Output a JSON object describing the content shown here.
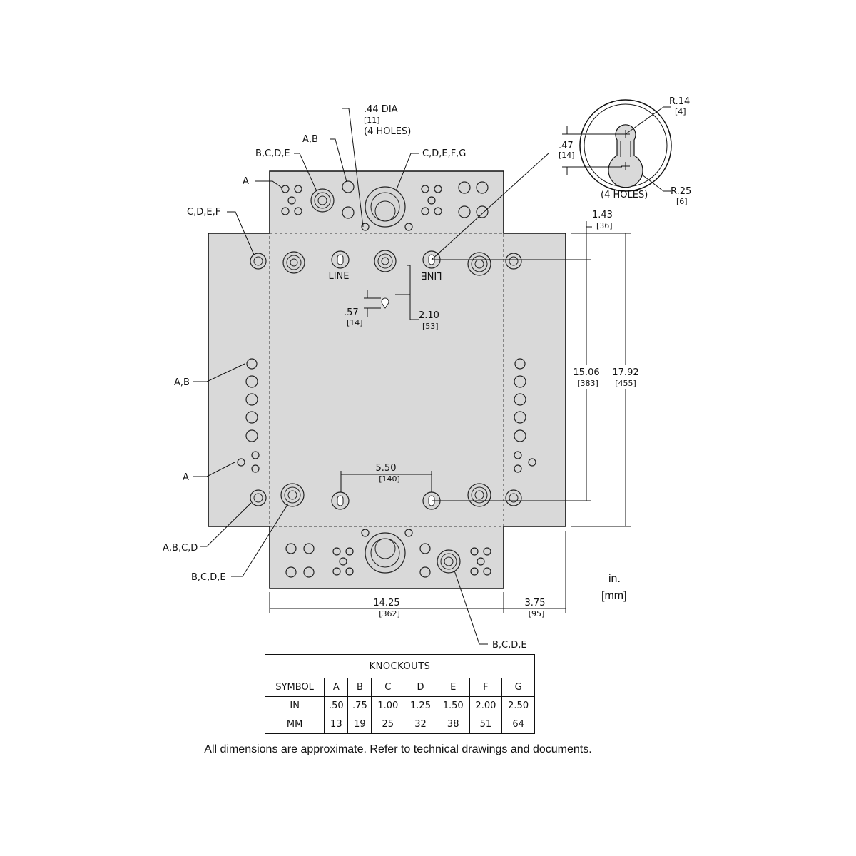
{
  "labels": {
    "dia_44": ".44 DIA",
    "dia_44_mm": "[11]",
    "holes_4": "(4 HOLES)",
    "a_b_top": "A,B",
    "b_c_d_e_top": "B,C,D,E",
    "c_d_e_f_g": "C,D,E,F,G",
    "a_top": "A",
    "c_d_e_f": "C,D,E,F",
    "line_left": "LINE",
    "line_right": "LINE",
    "a_b_side": "A,B",
    "a_side": "A",
    "a_b_c_d": "A,B,C,D",
    "b_c_d_e_bl": "B,C,D,E",
    "b_c_d_e_br": "B,C,D,E",
    "r14": "R.14",
    "r14_mm": "[4]",
    "r25": "R.25",
    "r25_mm": "[6]",
    "dim_47": ".47",
    "dim_47_mm": "[14]",
    "holes_4_detail": "(4 HOLES)",
    "dim_143": "1.43",
    "dim_143_mm": "[36]",
    "dim_57": ".57",
    "dim_57_mm": "[14]",
    "dim_210": "2.10",
    "dim_210_mm": "[53]",
    "dim_1506": "15.06",
    "dim_1506_mm": "[383]",
    "dim_1792": "17.92",
    "dim_1792_mm": "[455]",
    "dim_550": "5.50",
    "dim_550_mm": "[140]",
    "dim_1425": "14.25",
    "dim_1425_mm": "[362]",
    "dim_375": "3.75",
    "dim_375_mm": "[95]"
  },
  "units": {
    "line1": "in.",
    "line2": "[mm]"
  },
  "knockouts_table": {
    "title": "KNOCKOUTS",
    "header": [
      "SYMBOL",
      "A",
      "B",
      "C",
      "D",
      "E",
      "F",
      "G"
    ],
    "rows": [
      [
        "IN",
        ".50",
        ".75",
        "1.00",
        "1.25",
        "1.50",
        "2.00",
        "2.50"
      ],
      [
        "MM",
        "13",
        "19",
        "25",
        "32",
        "38",
        "51",
        "64"
      ]
    ]
  },
  "footnote": "All dimensions are approximate.  Refer to technical drawings and documents.",
  "colors": {
    "plate_fill": "#d9d9d9",
    "line": "#111111"
  }
}
